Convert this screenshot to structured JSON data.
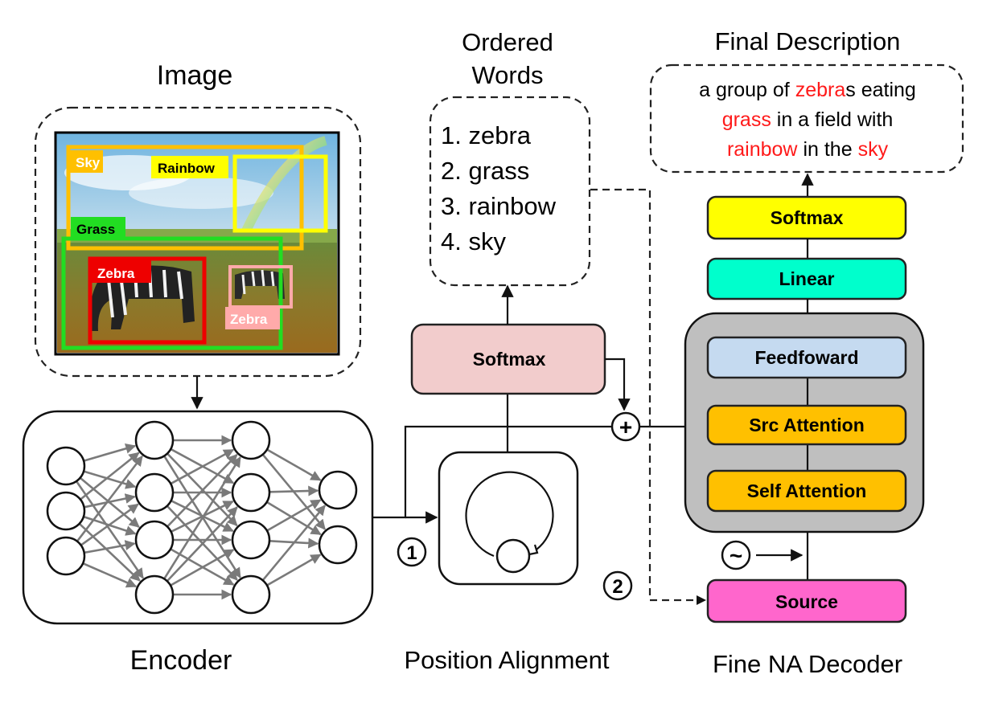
{
  "labels": {
    "image_title": "Image",
    "ordered_title_1": "Ordered",
    "ordered_title_2": "Words",
    "final_title": "Final Description",
    "encoder": "Encoder",
    "position_alignment": "Position Alignment",
    "decoder": "Fine NA Decoder"
  },
  "image": {
    "sky": "Sky",
    "rainbow": "Rainbow",
    "grass": "Grass",
    "zebra_left": "Zebra",
    "zebra_right": "Zebra"
  },
  "ordered_words": [
    "1. zebra",
    "2. grass",
    "3. rainbow",
    "4. sky"
  ],
  "final_description": {
    "line1": [
      {
        "text": "a group of ",
        "hl": false
      },
      {
        "text": "zebra",
        "hl": true
      },
      {
        "text": "s eating",
        "hl": false
      }
    ],
    "line2": [
      {
        "text": "grass",
        "hl": true
      },
      {
        "text": " in a field with",
        "hl": false
      }
    ],
    "line3": [
      {
        "text": "rainbow",
        "hl": true
      },
      {
        "text": " in the ",
        "hl": false
      },
      {
        "text": "sky",
        "hl": true
      }
    ]
  },
  "blocks": {
    "softmax_mid": "Softmax",
    "softmax_top": "Softmax",
    "linear": "Linear",
    "feedforward": "Feedfoward",
    "src_attention": "Src Attention",
    "self_attention": "Self Attention",
    "source": "Source"
  },
  "markers": {
    "step1": "1",
    "step2": "2",
    "plus": "+",
    "tilde": "~"
  },
  "colors": {
    "highlight": "#ff1a1a",
    "softmax_mid": "#f2cccc",
    "softmax_top": "#ffff00",
    "linear": "#00ffcc",
    "feedforward": "#c5daf0",
    "attention": "#ffc000",
    "source": "#ff66cc",
    "decoder_stack": "#bfbfbf"
  }
}
